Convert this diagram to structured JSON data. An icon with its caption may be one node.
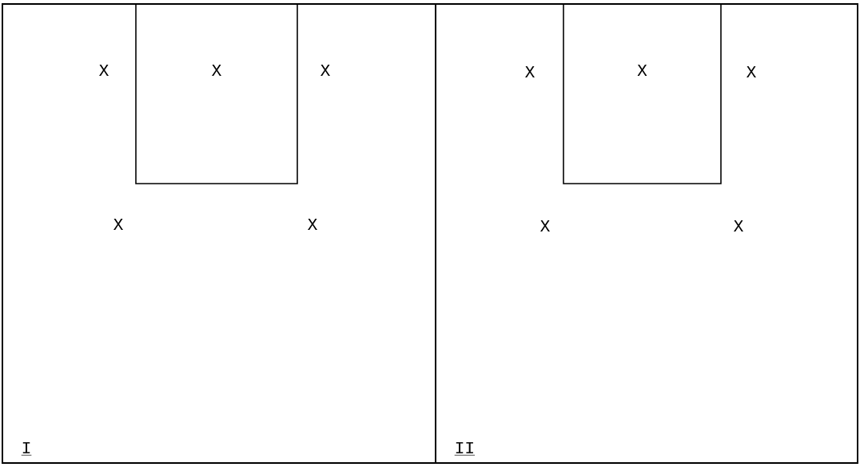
{
  "diagram": {
    "nodes": [
      {
        "text": [
          "I"
        ]
      },
      {
        "text": [
          "X"
        ],
        "in": 0
      },
      {
        "text": [
          "II"
        ]
      },
      {
        "text": [
          "X"
        ],
        "in": 2
      }
    ],
    "labels": [
      "X",
      "X",
      "X",
      "X",
      "X",
      "X",
      "X",
      "X"
    ]
  }
}
